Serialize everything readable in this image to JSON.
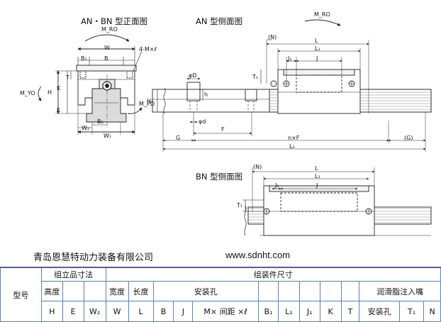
{
  "views": {
    "front_title": "AN・BN 型正面图",
    "an_side_title": "AN 型侧面图",
    "bn_side_title": "BN 型侧面图"
  },
  "dims": {
    "front": {
      "mr": "M_RO",
      "w": "W",
      "b": "B",
      "b1": "B₁",
      "m": "4-M×ℓ",
      "t": "T",
      "h": "H",
      "k": "K",
      "e": "E",
      "mp": "M_PO",
      "b2": "B₂",
      "w2": "W₂",
      "w1": "W₁",
      "myo": "M_YO"
    },
    "side": {
      "d_cap": "φD",
      "d_small": "φd",
      "h_small": "h",
      "h1": "H₁",
      "f": "F",
      "g": "G",
      "nf": "n×F",
      "g_paren": "(G)",
      "l0": "L₀",
      "n_paren": "(N)",
      "l": "L",
      "l1": "L₁",
      "j1": "J₁",
      "j": "J",
      "t1": "T₁",
      "mr": "M_RO"
    }
  },
  "footer": {
    "company": "青岛恩慧特动力装备有限公司",
    "website": "www.sdnht.com"
  },
  "table": {
    "model": "型号",
    "group_assembly": "组立品寸法",
    "group_parts": "组装件尺寸",
    "height": "高度",
    "width": "宽度",
    "length": "长度",
    "mount_holes": "安装孔",
    "grease_nipple": "润滑脂注入嘴",
    "mount_hole": "安装孔",
    "cols": [
      "H",
      "E",
      "W₂",
      "W",
      "L",
      "B",
      "J",
      "M× 间距 ×ℓ",
      "B₁",
      "L₁",
      "J₁",
      "K",
      "T",
      "安装孔",
      "T₁",
      "N"
    ]
  }
}
